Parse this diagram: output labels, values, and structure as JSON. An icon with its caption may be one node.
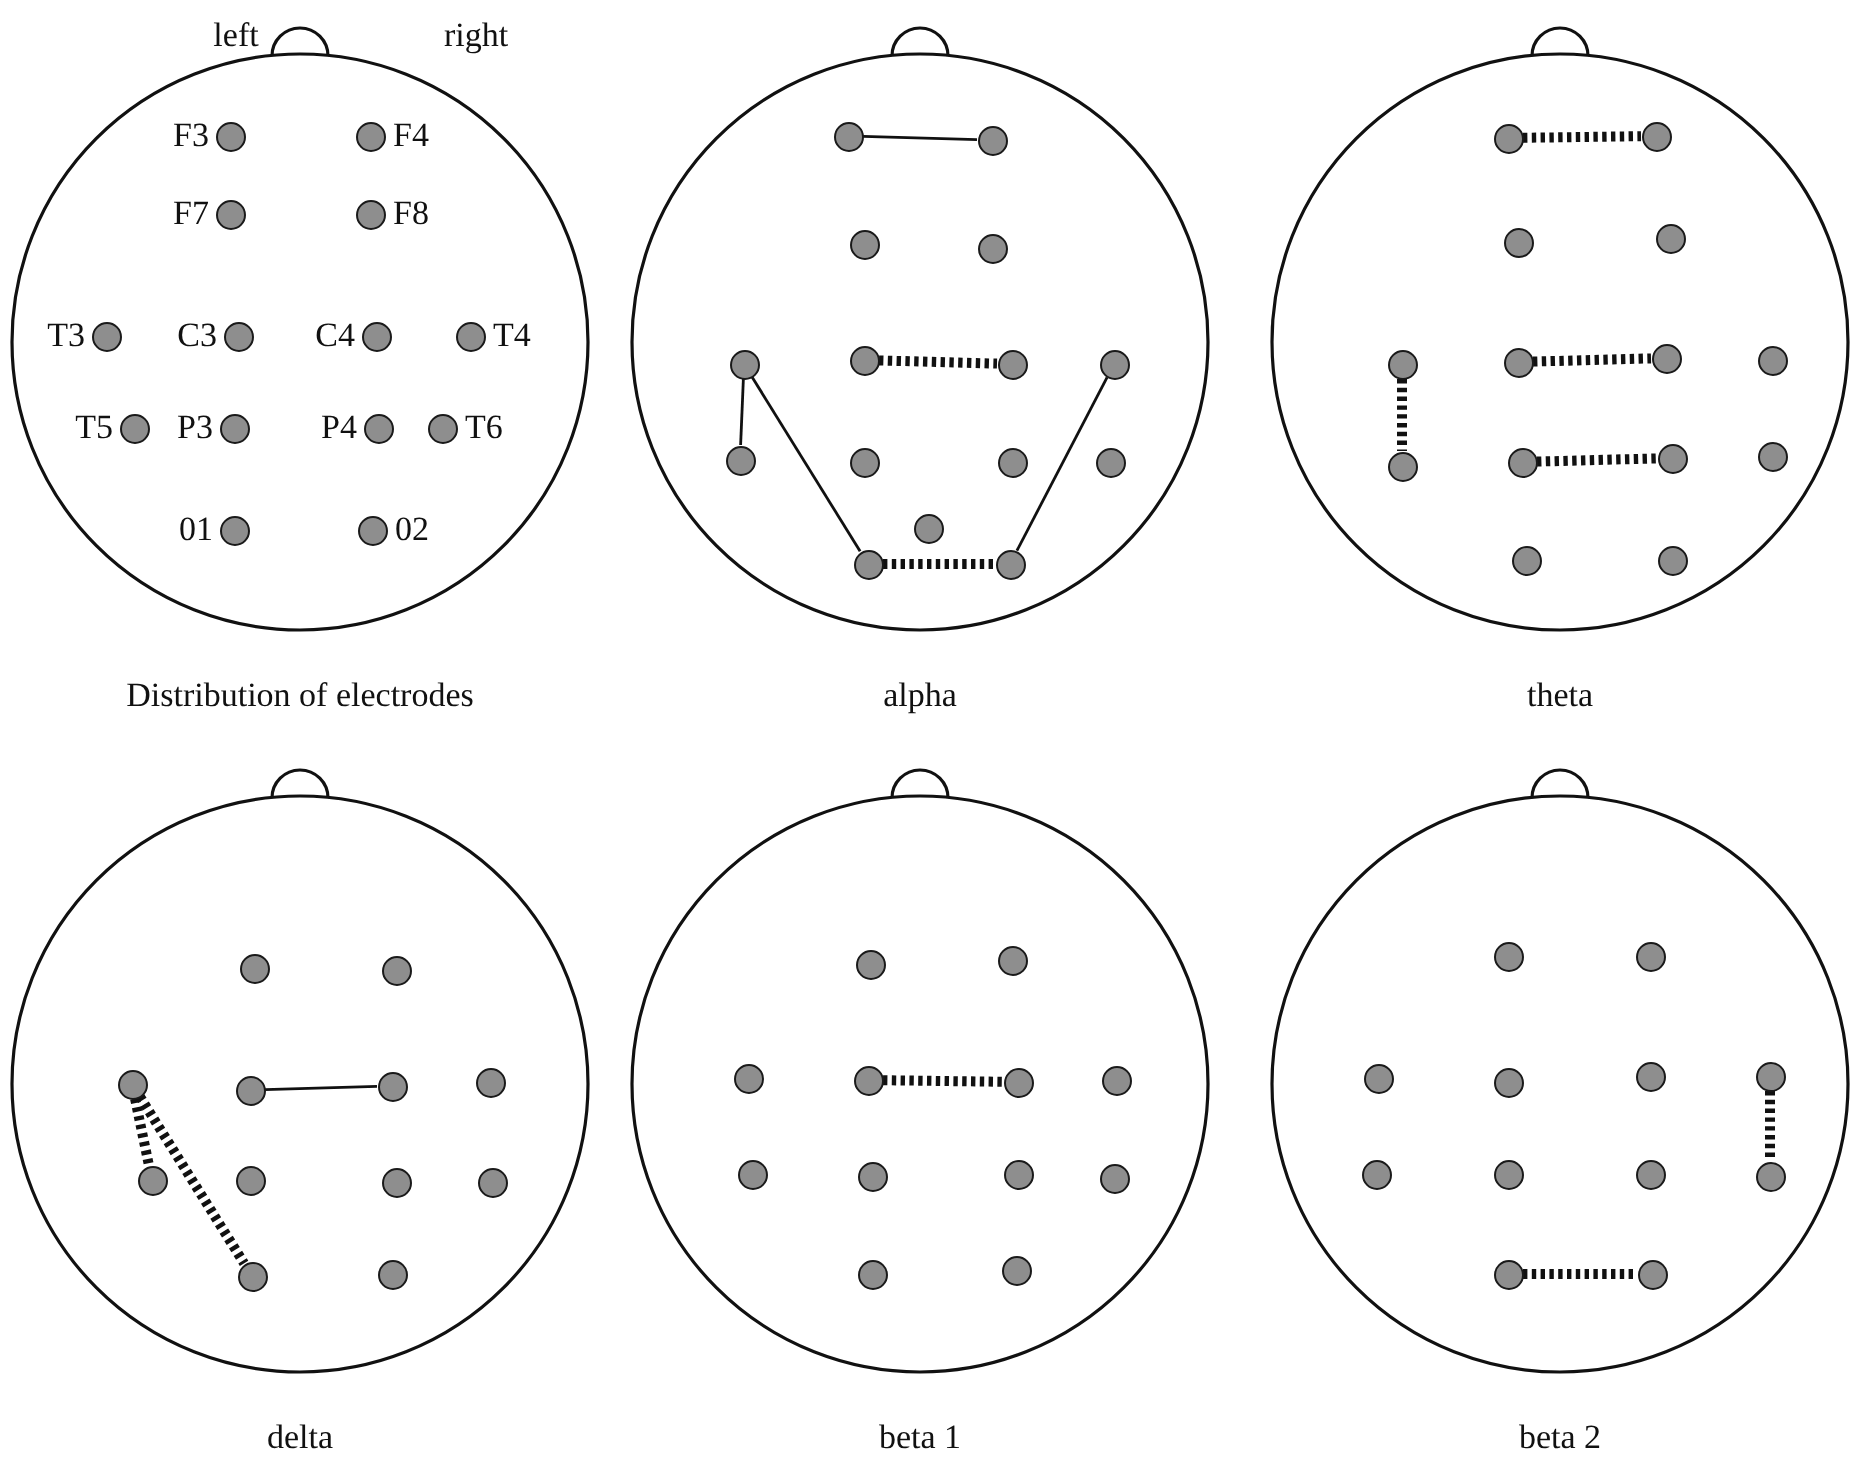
{
  "diagram": {
    "nodes": [
      {
        "text": [
          "Distribution of electrodes"
        ]
      },
      {
        "text": [],
        "shape": "circle",
        "in": 0,
        "beside": [
          "F3"
        ]
      },
      {
        "text": [],
        "shape": "circle",
        "in": 0,
        "beside": [
          "F4"
        ]
      },
      {
        "text": [],
        "shape": "circle",
        "in": 0,
        "beside": [
          "F7"
        ]
      },
      {
        "text": [],
        "shape": "circle",
        "in": 0,
        "beside": [
          "F8"
        ]
      },
      {
        "text": [],
        "shape": "circle",
        "in": 0,
        "beside": [
          "T3"
        ]
      },
      {
        "text": [],
        "shape": "circle",
        "in": 0,
        "beside": [
          "C3"
        ]
      },
      {
        "text": [],
        "shape": "circle",
        "in": 0,
        "beside": [
          "C4"
        ]
      },
      {
        "text": [],
        "shape": "circle",
        "in": 0,
        "beside": [
          "T4"
        ]
      },
      {
        "text": [],
        "shape": "circle",
        "in": 0,
        "beside": [
          "T5"
        ]
      },
      {
        "text": [],
        "shape": "circle",
        "in": 0,
        "beside": [
          "P3"
        ]
      },
      {
        "text": [],
        "shape": "circle",
        "in": 0,
        "beside": [
          "P4"
        ]
      },
      {
        "text": [],
        "shape": "circle",
        "in": 0,
        "beside": [
          "T6"
        ]
      },
      {
        "text": [],
        "shape": "circle",
        "in": 0,
        "beside": [
          "01"
        ]
      },
      {
        "text": [],
        "shape": "circle",
        "in": 0,
        "beside": [
          "02"
        ]
      },
      {
        "text": [
          "alpha"
        ]
      },
      {
        "text": [],
        "shape": "circle",
        "in": 15
      },
      {
        "text": [],
        "shape": "circle",
        "in": 15
      },
      {
        "text": [],
        "shape": "circle",
        "in": 15
      },
      {
        "text": [],
        "shape": "circle",
        "in": 15
      },
      {
        "text": [],
        "shape": "circle",
        "in": 15
      },
      {
        "text": [],
        "shape": "circle",
        "in": 15
      },
      {
        "text": [],
        "shape": "circle",
        "in": 15
      },
      {
        "text": [],
        "shape": "circle",
        "in": 15
      },
      {
        "text": [],
        "shape": "circle",
        "in": 15
      },
      {
        "text": [],
        "shape": "circle",
        "in": 15
      },
      {
        "text": [],
        "shape": "circle",
        "in": 15
      },
      {
        "text": [],
        "shape": "circle",
        "in": 15
      },
      {
        "text": [],
        "shape": "circle",
        "in": 15
      },
      {
        "text": [],
        "shape": "circle",
        "in": 15
      },
      {
        "text": [],
        "shape": "circle",
        "in": 15
      },
      {
        "text": [
          "theta"
        ]
      },
      {
        "text": [],
        "shape": "circle",
        "in": 31
      },
      {
        "text": [],
        "shape": "circle",
        "in": 31
      },
      {
        "text": [],
        "shape": "circle",
        "in": 31
      },
      {
        "text": [],
        "shape": "circle",
        "in": 31
      },
      {
        "text": [],
        "shape": "circle",
        "in": 31
      },
      {
        "text": [],
        "shape": "circle",
        "in": 31
      },
      {
        "text": [],
        "shape": "circle",
        "in": 31
      },
      {
        "text": [],
        "shape": "circle",
        "in": 31
      },
      {
        "text": [],
        "shape": "circle",
        "in": 31
      },
      {
        "text": [],
        "shape": "circle",
        "in": 31
      },
      {
        "text": [],
        "shape": "circle",
        "in": 31
      },
      {
        "text": [],
        "shape": "circle",
        "in": 31
      },
      {
        "text": [],
        "shape": "circle",
        "in": 31
      },
      {
        "text": [],
        "shape": "circle",
        "in": 31
      },
      {
        "text": [
          "delta"
        ]
      },
      {
        "text": [],
        "shape": "circle",
        "in": 46
      },
      {
        "text": [],
        "shape": "circle",
        "in": 46
      },
      {
        "text": [],
        "shape": "circle",
        "in": 46
      },
      {
        "text": [],
        "shape": "circle",
        "in": 46
      },
      {
        "text": [],
        "shape": "circle",
        "in": 46
      },
      {
        "text": [],
        "shape": "circle",
        "in": 46
      },
      {
        "text": [],
        "shape": "circle",
        "in": 46
      },
      {
        "text": [],
        "shape": "circle",
        "in": 46
      },
      {
        "text": [],
        "shape": "circle",
        "in": 46
      },
      {
        "text": [],
        "shape": "circle",
        "in": 46
      },
      {
        "text": [],
        "shape": "circle",
        "in": 46
      },
      {
        "text": [],
        "shape": "circle",
        "in": 46
      },
      {
        "text": [
          "beta 1"
        ]
      },
      {
        "text": [],
        "shape": "circle",
        "in": 59
      },
      {
        "text": [],
        "shape": "circle",
        "in": 59
      },
      {
        "text": [],
        "shape": "circle",
        "in": 59
      },
      {
        "text": [],
        "shape": "circle",
        "in": 59
      },
      {
        "text": [],
        "shape": "circle",
        "in": 59
      },
      {
        "text": [],
        "shape": "circle",
        "in": 59
      },
      {
        "text": [],
        "shape": "circle",
        "in": 59
      },
      {
        "text": [],
        "shape": "circle",
        "in": 59
      },
      {
        "text": [],
        "shape": "circle",
        "in": 59
      },
      {
        "text": [],
        "shape": "circle",
        "in": 59
      },
      {
        "text": [],
        "shape": "circle",
        "in": 59
      },
      {
        "text": [],
        "shape": "circle",
        "in": 59
      },
      {
        "text": [
          "beta 2"
        ]
      },
      {
        "text": [],
        "shape": "circle",
        "in": 72
      },
      {
        "text": [],
        "shape": "circle",
        "in": 72
      },
      {
        "text": [],
        "shape": "circle",
        "in": 72
      },
      {
        "text": [],
        "shape": "circle",
        "in": 72
      },
      {
        "text": [],
        "shape": "circle",
        "in": 72
      },
      {
        "text": [],
        "shape": "circle",
        "in": 72
      },
      {
        "text": [],
        "shape": "circle",
        "in": 72
      },
      {
        "text": [],
        "shape": "circle",
        "in": 72
      },
      {
        "text": [],
        "shape": "circle",
        "in": 72
      },
      {
        "text": [],
        "shape": "circle",
        "in": 72
      },
      {
        "text": [],
        "shape": "circle",
        "in": 72
      },
      {
        "text": [],
        "shape": "circle",
        "in": 72
      }
    ],
    "edges": [
      {
        "from": 16,
        "to": 17,
        "arrow": "none"
      },
      {
        "from": 21,
        "to": 22,
        "arrow": "none",
        "style": "dashed"
      },
      {
        "from": 20,
        "to": 24,
        "arrow": "none"
      },
      {
        "from": 20,
        "to": 29,
        "arrow": "none"
      },
      {
        "from": 23,
        "to": 30,
        "arrow": "none"
      },
      {
        "from": 29,
        "to": 30,
        "arrow": "none",
        "style": "dashed"
      },
      {
        "from": 32,
        "to": 33,
        "arrow": "none",
        "style": "dashed"
      },
      {
        "from": 37,
        "to": 38,
        "arrow": "none",
        "style": "dashed"
      },
      {
        "from": 36,
        "to": 40,
        "arrow": "none",
        "style": "dashed"
      },
      {
        "from": 41,
        "to": 42,
        "arrow": "none",
        "style": "dashed"
      },
      {
        "from": 50,
        "to": 51,
        "arrow": "none"
      },
      {
        "from": 49,
        "to": 53,
        "arrow": "none",
        "style": "dashed"
      },
      {
        "from": 49,
        "to": 57,
        "arrow": "none",
        "style": "dashed"
      },
      {
        "from": 63,
        "to": 64,
        "arrow": "none",
        "style": "dashed"
      },
      {
        "from": 78,
        "to": 82,
        "arrow": "none",
        "style": "dashed"
      },
      {
        "from": 83,
        "to": 84,
        "arrow": "none",
        "style": "dashed"
      }
    ],
    "labels": [
      "left",
      "right"
    ]
  }
}
